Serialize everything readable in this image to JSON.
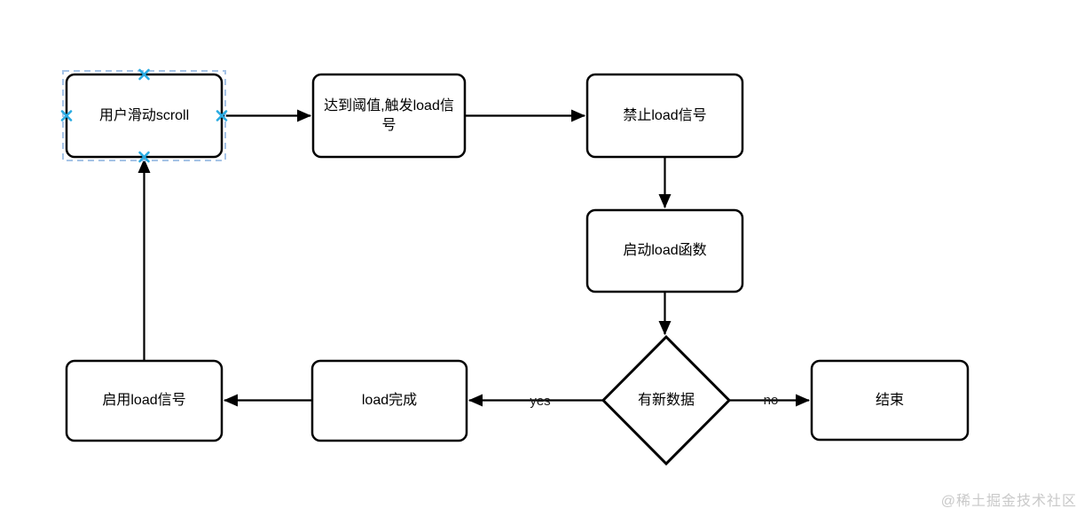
{
  "flowchart": {
    "nodes": [
      {
        "id": "user-scroll",
        "label": "用户滑动scroll",
        "shape": "rect",
        "selected": true
      },
      {
        "id": "trigger-load",
        "label": "达到阈值,触发load信号",
        "shape": "rect",
        "selected": false
      },
      {
        "id": "forbid-load",
        "label": "禁止load信号",
        "shape": "rect",
        "selected": false
      },
      {
        "id": "start-load-fn",
        "label": "启动load函数",
        "shape": "rect",
        "selected": false
      },
      {
        "id": "new-data",
        "label": "有新数据",
        "shape": "diamond",
        "selected": false
      },
      {
        "id": "end",
        "label": "结束",
        "shape": "rect",
        "selected": false
      },
      {
        "id": "load-done",
        "label": "load完成",
        "shape": "rect",
        "selected": false
      },
      {
        "id": "enable-load",
        "label": "启用load信号",
        "shape": "rect",
        "selected": false
      }
    ],
    "edge_labels": {
      "yes": "yes",
      "no": "no"
    }
  },
  "watermark": {
    "text": "@稀土掘金技术社区"
  },
  "colors": {
    "node_border": "#000000",
    "node_fill": "#ffffff",
    "connector": "#000000",
    "selection_dash": "#a6c4e7",
    "selection_handle": "#29abe2",
    "watermark": "#c9c9c9"
  }
}
